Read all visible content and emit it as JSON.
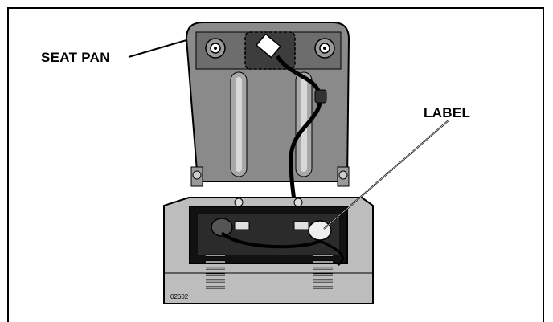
{
  "callouts": {
    "seat_pan": "SEAT PAN",
    "label": "LABEL"
  },
  "figure_number": "02602",
  "colors": {
    "pan_fill": "#8a8a8a",
    "pan_dark": "#5f5f5f",
    "base_fill": "#bdbdbd",
    "cavity": "#111111",
    "line": "#000000"
  }
}
